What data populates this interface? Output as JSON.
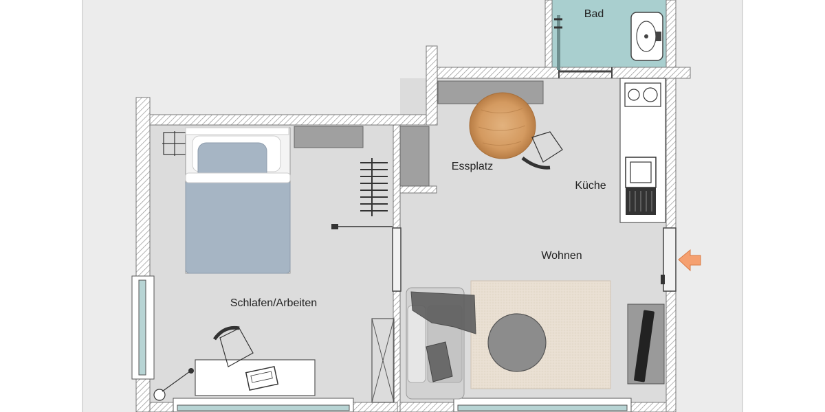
{
  "rooms": {
    "bad": "Bad",
    "essplatz": "Essplatz",
    "kueche": "Küche",
    "wohnen": "Wohnen",
    "schlafen": "Schlafen/Arbeiten"
  },
  "icons": {
    "entrance": "entrance-arrow-icon"
  },
  "colors": {
    "page": "#ffffff",
    "outside": "#ececec",
    "floor": "#dcdcdc",
    "bathroom_floor": "#a9cfcf",
    "wall_hatch": "#d0d0d0",
    "entrance_arrow": "#f5a070",
    "bed_blue": "#a6b5c4",
    "table_wood": "#d9a36a",
    "rug": "#e9dfd2"
  }
}
